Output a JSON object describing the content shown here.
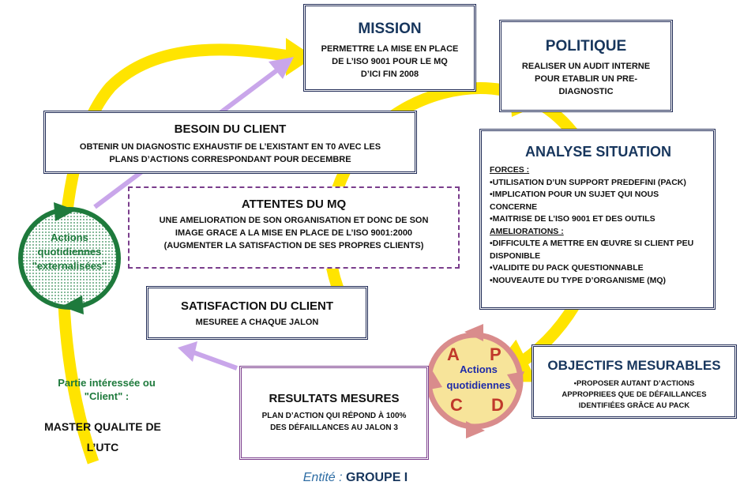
{
  "mission": {
    "title": "MISSION",
    "lines": [
      "PERMETTRE LA MISE EN PLACE",
      "DE L’ISO 9001 POUR LE MQ",
      "D’ICI FIN 2008"
    ]
  },
  "politique": {
    "title": "POLITIQUE",
    "lines": [
      "REALISER UN AUDIT INTERNE",
      "POUR ETABLIR UN PRE-",
      "DIAGNOSTIC"
    ]
  },
  "besoin": {
    "title": "BESOIN DU CLIENT",
    "lines": [
      "OBTENIR UN DIAGNOSTIC EXHAUSTIF DE L’EXISTANT EN T0 AVEC LES",
      "PLANS D’ACTIONS CORRESPONDANT POUR DECEMBRE"
    ]
  },
  "analyse": {
    "title": "ANALYSE SITUATION",
    "forces_label": "FORCES :",
    "forces": [
      "•UTILISATION D’UN SUPPORT PREDEFINI (PACK)",
      "•IMPLICATION POUR UN SUJET QUI NOUS",
      "CONCERNE",
      "•MAITRISE DE L’ISO 9001  ET DES OUTILS"
    ],
    "ameliorations_label": "AMELIORATIONS :",
    "ameliorations": [
      "•DIFFICULTE A METTRE EN ŒUVRE SI CLIENT PEU",
      "DISPONIBLE",
      "•VALIDITE DU PACK QUESTIONNABLE",
      "•NOUVEAUTE DU TYPE D’ORGANISME (MQ)"
    ]
  },
  "attentes": {
    "title": "ATTENTES DU MQ",
    "lines": [
      "UNE AMELIORATION DE SON ORGANISATION ET DONC DE SON",
      "IMAGE GRACE A LA MISE EN PLACE DE L’ISO 9001:2000",
      "(AUGMENTER LA SATISFACTION DE SES PROPRES CLIENTS)"
    ]
  },
  "satisfaction": {
    "title": "SATISFACTION DU CLIENT",
    "lines": [
      "MESUREE A CHAQUE JALON"
    ]
  },
  "objectifs": {
    "title": "OBJECTIFS MESURABLES",
    "lines": [
      "•PROPOSER AUTANT D’ACTIONS",
      "APPROPRIEES QUE DE DÉFAILLANCES",
      "IDENTIFIÉES GRÂCE AU PACK"
    ]
  },
  "resultats": {
    "title": "RESULTATS MESURES",
    "lines": [
      "PLAN D’ACTION QUI RÉPOND À 100%",
      "DES DÉFAILLANCES AU JALON 3"
    ]
  },
  "left_circle": {
    "lines": [
      "Actions",
      "quotidiennes",
      "\"externalisées\""
    ]
  },
  "pdca_circle": {
    "lines": [
      "Actions",
      "quotidiennes"
    ],
    "a": "A",
    "p": "P",
    "c": "C",
    "d": "D"
  },
  "partie": {
    "line1": "Partie intéressée ou",
    "line2": "\"Client\" :",
    "name1": "MASTER QUALITE DE",
    "name2": "L’UTC"
  },
  "entite": {
    "label": "Entité :",
    "value": "GROUPE I"
  },
  "colors": {
    "yellow": "#ffe400",
    "navy": "#1f2a55",
    "title_blue": "#17365d",
    "purple_arrow": "#c9a6ea",
    "green": "#1e7a3c",
    "red": "#c0392b",
    "pdca_fill": "#f7e49a"
  }
}
